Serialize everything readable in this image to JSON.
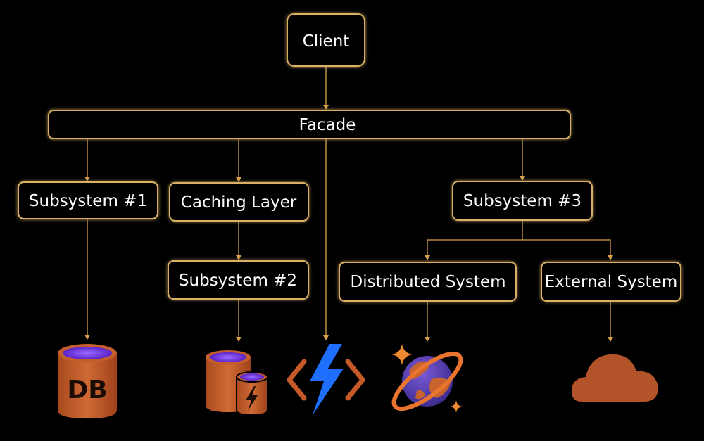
{
  "nodes": {
    "client": "Client",
    "facade": "Facade",
    "subsystem1": "Subsystem #1",
    "caching_layer": "Caching Layer",
    "subsystem2": "Subsystem #2",
    "subsystem3": "Subsystem #3",
    "distributed_system": "Distributed System",
    "external_system": "External System"
  },
  "icons": {
    "database": {
      "name": "database-icon",
      "label": "DB"
    },
    "cache": {
      "name": "cache-database-icon"
    },
    "function": {
      "name": "azure-function-icon"
    },
    "cosmos": {
      "name": "cosmos-db-planet-icon"
    },
    "cloud": {
      "name": "cloud-icon"
    }
  },
  "colors": {
    "background": "#000000",
    "box_border": "#d9b066",
    "connector": "#d9a24d",
    "text": "#ffffff",
    "icon_orange": "#c55a28",
    "icon_purple": "#7b3ff2",
    "icon_blue": "#1f6fff"
  }
}
